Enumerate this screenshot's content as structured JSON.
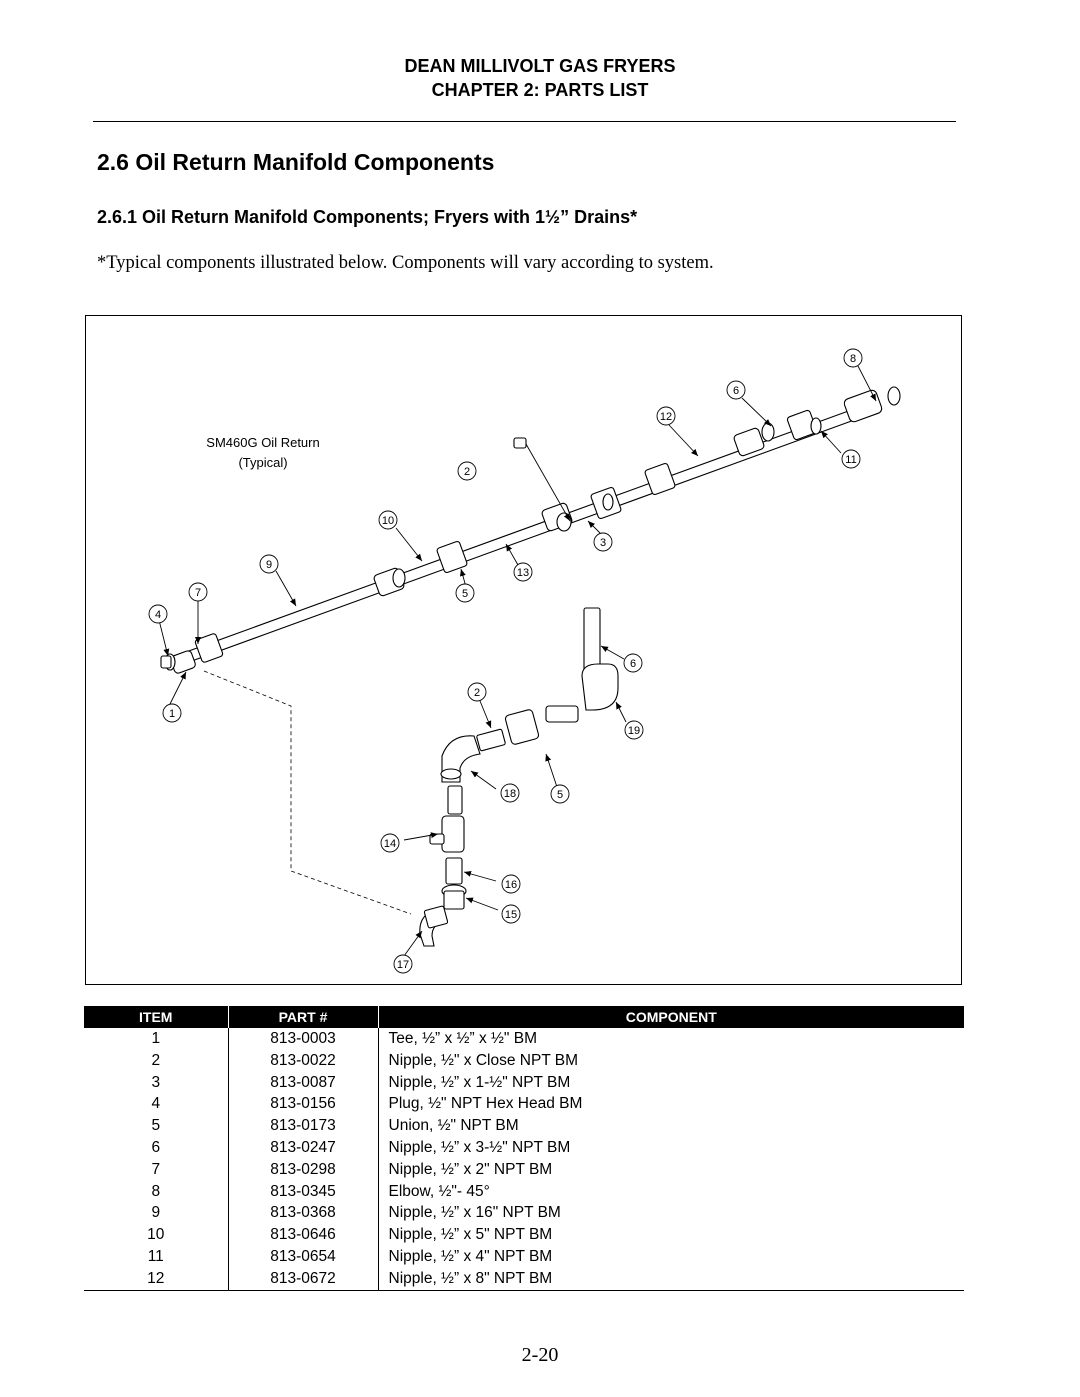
{
  "header": {
    "line1": "DEAN MILLIVOLT GAS FRYERS",
    "line2": "CHAPTER 2:  PARTS LIST"
  },
  "section": {
    "title": "2.6  Oil Return Manifold Components",
    "subtitle": "2.6.1   Oil Return Manifold Components; Fryers with 1½” Drains*",
    "note": "*Typical components illustrated below.  Components will vary according to system."
  },
  "figure": {
    "caption_line1": "SM460G Oil Return",
    "caption_line2": "(Typical)",
    "callouts": [
      "8",
      "6",
      "12",
      "11",
      "2",
      "10",
      "3",
      "13",
      "9",
      "5",
      "7",
      "4",
      "1",
      "6",
      "2",
      "19",
      "18",
      "5",
      "14",
      "16",
      "15",
      "17"
    ]
  },
  "table": {
    "headers": [
      "ITEM",
      "PART #",
      "COMPONENT"
    ],
    "rows": [
      [
        "1",
        "813-0003",
        "Tee, ½” x ½” x ½\" BM"
      ],
      [
        "2",
        "813-0022",
        "Nipple, ½\" x Close NPT BM"
      ],
      [
        "3",
        "813-0087",
        "Nipple, ½” x 1-½\" NPT BM"
      ],
      [
        "4",
        "813-0156",
        "Plug, ½\" NPT Hex Head BM"
      ],
      [
        "5",
        "813-0173",
        "Union, ½\" NPT BM"
      ],
      [
        "6",
        "813-0247",
        "Nipple, ½” x 3-½\" NPT BM"
      ],
      [
        "7",
        "813-0298",
        "Nipple, ½” x 2\" NPT BM"
      ],
      [
        "8",
        "813-0345",
        "Elbow, ½\"- 45°"
      ],
      [
        "9",
        "813-0368",
        "Nipple, ½” x 16\" NPT BM"
      ],
      [
        "10",
        "813-0646",
        "Nipple, ½” x 5\" NPT BM"
      ],
      [
        "11",
        "813-0654",
        "Nipple, ½” x 4\" NPT BM"
      ],
      [
        "12",
        "813-0672",
        "Nipple, ½” x 8\" NPT BM"
      ]
    ]
  },
  "page_number": "2-20"
}
